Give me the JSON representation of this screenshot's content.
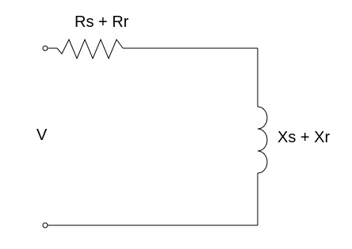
{
  "labels": {
    "resistor": "Rs + Rr",
    "source": "V",
    "inductor": "Xs + Xr"
  },
  "colors": {
    "line": "#000000",
    "background": "#ffffff"
  }
}
